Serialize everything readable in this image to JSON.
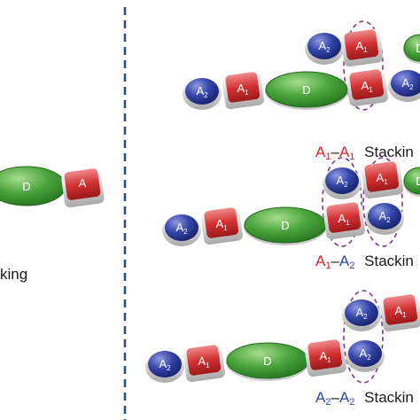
{
  "labels": {
    "donor": "D",
    "acceptor": "A",
    "acceptor1": "A",
    "acceptor2": "A",
    "sub1": "1",
    "sub2": "2"
  },
  "captions": {
    "left_partial": "king",
    "a1a1": {
      "first": "A",
      "first_sub": "1",
      "dash": "–",
      "second": "A",
      "second_sub": "1",
      "word": "Stackin"
    },
    "a1a2": {
      "first": "A",
      "first_sub": "1",
      "dash": "–",
      "second": "A",
      "second_sub": "2",
      "word": "Stackin"
    },
    "a2a2": {
      "first": "A",
      "first_sub": "2",
      "dash": "–",
      "second": "A",
      "second_sub": "2",
      "word": "Stackin"
    }
  },
  "colors": {
    "donor": "#3f9a34",
    "acceptor1": "#c8262a",
    "acceptor2": "#2f3f9e",
    "divider": "#2a4a7a",
    "dashed_ellipse": "#7a3a8a",
    "a1_text": "#d4282a",
    "a2_text": "#2a46a8"
  }
}
